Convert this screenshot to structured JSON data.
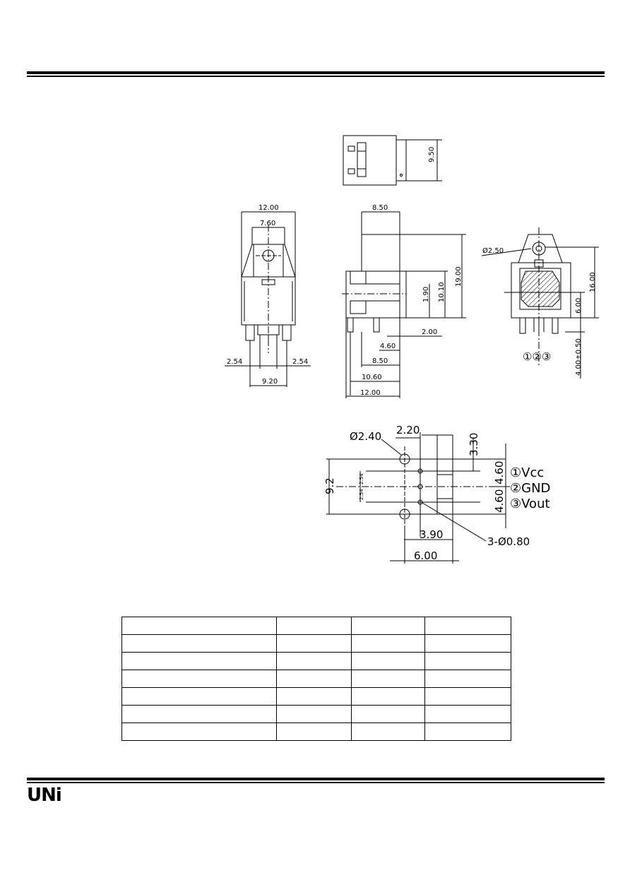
{
  "top_view": {
    "dims": [
      "9.50"
    ]
  },
  "front_view": {
    "dims": [
      "12.00",
      "7.60",
      "2.54",
      "2.54",
      "9.20"
    ]
  },
  "side_view": {
    "dims": [
      "8.50",
      "19.00",
      "10.10",
      "1.90",
      "2.00",
      "4.60",
      "8.50",
      "10.60",
      "12.00"
    ]
  },
  "back_view": {
    "dims": [
      "Ø2.50",
      "16.00",
      "6.00",
      "4.00±0.50"
    ],
    "pin_numbers": "①②③"
  },
  "footprint": {
    "dims": [
      "Ø2.40",
      "2.20",
      "3.30",
      "9.2",
      "2.54",
      "2.54",
      "4.60",
      "4.60",
      "3.90",
      "6.00",
      "3-Ø0.80"
    ],
    "pins": [
      "①Vcc",
      "②GND",
      "③Vout"
    ]
  },
  "spec_table": {
    "rows": 7,
    "columns": 4
  },
  "footer": {
    "logo": "UNi"
  }
}
